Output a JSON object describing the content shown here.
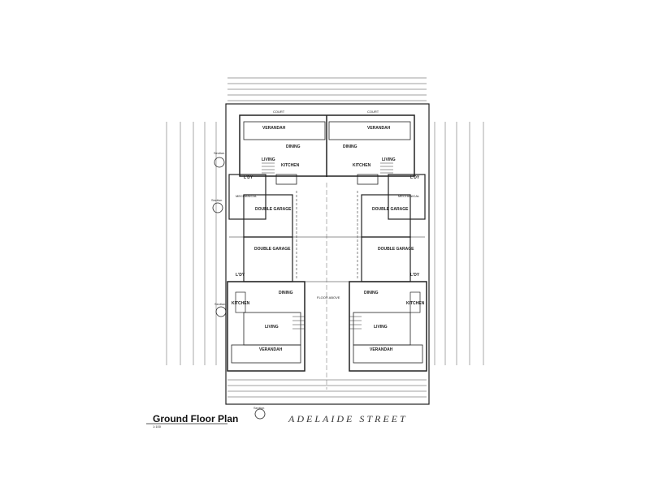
{
  "title": "Ground Floor Plan",
  "scale": "1:100",
  "street": "ADELAIDE STREET",
  "section_label": "Section",
  "top_labels": [
    "COURT",
    "COURT"
  ],
  "units": {
    "top_left": {
      "verandah": "VERANDAH",
      "dining": "DINING",
      "living": "LIVING",
      "kitchen": "KITCHEN",
      "laundry": "L'DY",
      "garage": "DOUBLE GARAGE"
    },
    "top_right": {
      "verandah": "VERANDAH",
      "dining": "DINING",
      "living": "LIVING",
      "kitchen": "KITCHEN",
      "laundry": "L'DY",
      "garage": "DOUBLE GARAGE"
    },
    "bottom_left": {
      "verandah": "VERANDAH",
      "dining": "DINING",
      "living": "LIVING",
      "kitchen": "KITCHEN",
      "laundry": "L'DY",
      "garage": "DOUBLE GARAGE"
    },
    "bottom_right": {
      "verandah": "VERANDAH",
      "dining": "DINING",
      "living": "LIVING",
      "kitchen": "KITCHEN",
      "laundry": "L'DY",
      "garage": "DOUBLE GARAGE"
    }
  },
  "notes": {
    "mechanical_left": "MECHANICAL",
    "mechanical_right": "MECHANICAL",
    "floor_above": "FLOOR ABOVE"
  }
}
